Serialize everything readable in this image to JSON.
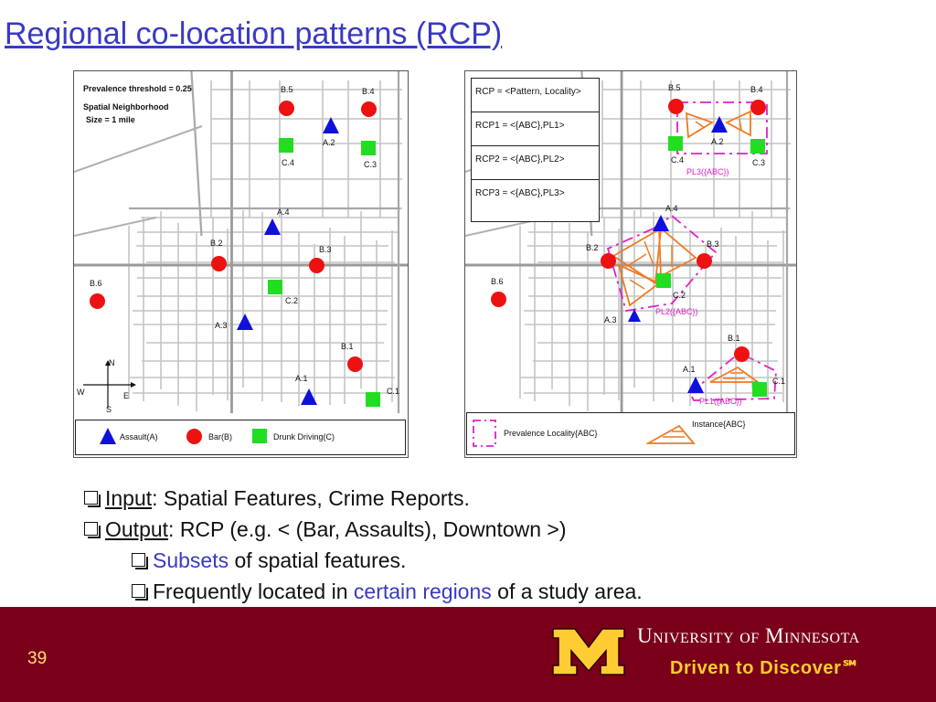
{
  "slide": {
    "title": "Regional co-location patterns (RCP)",
    "page_number": "39"
  },
  "left_map": {
    "prevalence_threshold": "Prevalence threshold = 0.25",
    "neighborhood_line1": "Spatial Neighborhood",
    "neighborhood_line2": "Size = 1 mile",
    "compass": {
      "n": "N",
      "s": "S",
      "e": "E",
      "w": "W"
    },
    "labels": {
      "b5": "B.5",
      "b4": "B.4",
      "a2": "A.2",
      "c4": "C.4",
      "c3": "C.3",
      "a4": "A.4",
      "b2": "B.2",
      "b3": "B.3",
      "b6": "B.6",
      "c2": "C.2",
      "a3": "A.3",
      "b1": "B.1",
      "a1": "A.1",
      "c1": "C.1"
    },
    "legend": {
      "assault": "Assault(A)",
      "bar": "Bar(B)",
      "drunk": "Drunk Driving(C)"
    }
  },
  "right_map": {
    "rcp_table": [
      "RCP = <Pattern, Locality>",
      "RCP1 = <{ABC},PL1>",
      "RCP2 = <{ABC},PL2>",
      "RCP3 = <{ABC},PL3>"
    ],
    "labels": {
      "b5": "B.5",
      "b4": "B.4",
      "a2": "A.2",
      "c4": "C.4",
      "c3": "C.3",
      "a4": "A.4",
      "b2": "B.2",
      "b3": "B.3",
      "b6": "B.6",
      "c2": "C.2",
      "a3": "A.3",
      "b1": "B.1",
      "a1": "A.1",
      "c1": "C.1"
    },
    "locality_labels": {
      "pl3": "PL3({ABC})",
      "pl2": "PL2({ABC})",
      "pl1": "PL1({ABC})"
    },
    "legend": {
      "prevalence_locality": "Prevalence Locality{ABC}",
      "instance": "Instance{ABC}"
    }
  },
  "bullets": {
    "input_label": "Input",
    "input_text": ": Spatial Features, Crime Reports.",
    "output_label": "Output",
    "output_text": ": RCP (e.g. < (Bar, Assaults), Downtown >)",
    "sub1_highlight": "Subsets",
    "sub1_text": " of spatial features.",
    "sub2_prefix": "Frequently located in ",
    "sub2_highlight": "certain regions",
    "sub2_suffix": " of a study area."
  },
  "footer": {
    "university": "University of Minnesota",
    "tagline": "Driven to Discover℠"
  },
  "colors": {
    "title_blue": "#3a3ac2",
    "footer_maroon": "#7a0019",
    "gold": "#ffcc33",
    "assault_blue": "#1010dd",
    "bar_red": "#ee1111",
    "drunk_green": "#22dd22",
    "locality_magenta": "#e020c8",
    "instance_orange": "#f07a20"
  },
  "icons": {
    "assault": "blue-triangle-icon",
    "bar": "red-circle-icon",
    "drunk_driving": "green-square-icon",
    "bullet": "checkbox-bullet-icon",
    "logo": "block-m-logo"
  }
}
